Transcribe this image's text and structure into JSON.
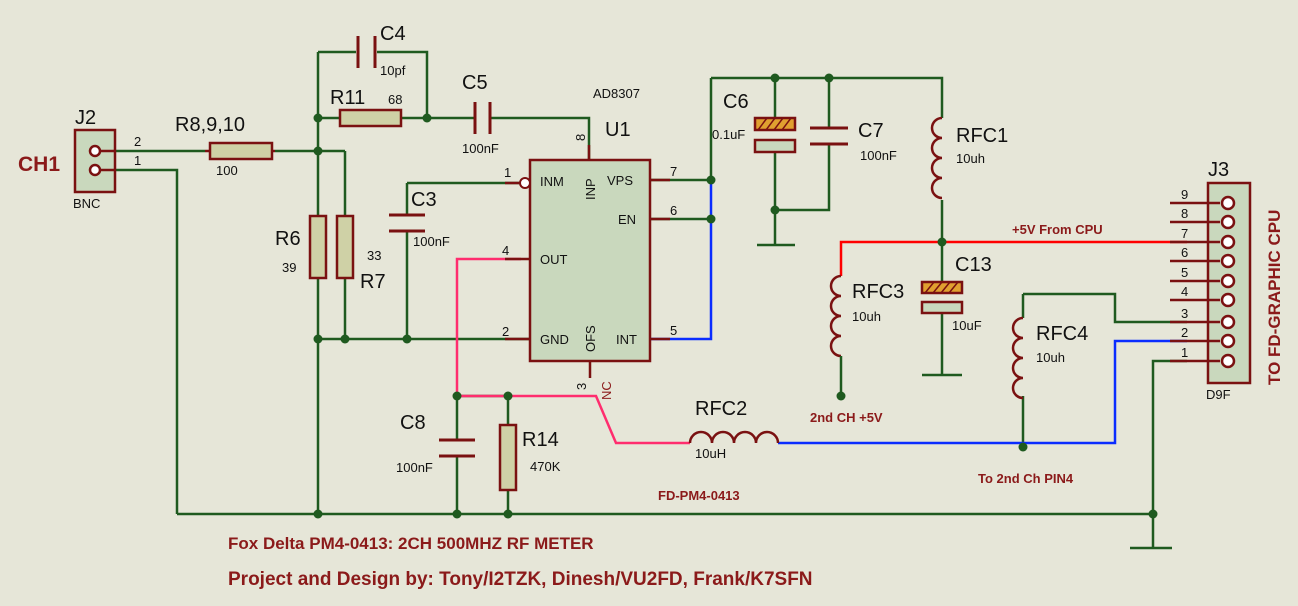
{
  "labels": {
    "ch1": "CH1",
    "j2": "J2",
    "bnc": "BNC",
    "j2_pin2": "2",
    "j2_pin1": "1",
    "r8": "R8,9,10",
    "r8_val": "100",
    "r11": "R11",
    "r11_val": "68",
    "c4": "C4",
    "c4_val": "10pf",
    "c5": "C5",
    "c5_val": "100nF",
    "ad8307": "AD8307",
    "u1": "U1",
    "r6": "R6",
    "r6_val": "39",
    "r7": "R7",
    "r7_val": "33",
    "c3": "C3",
    "c3_val": "100nF",
    "u_inm": "INM",
    "u_inp": "INP",
    "u_vps": "VPS",
    "u_en": "EN",
    "u_out": "OUT",
    "u_gnd": "GND",
    "u_ofs": "OFS",
    "u_int": "INT",
    "u_nc": "NC",
    "pin1": "1",
    "pin2": "2",
    "pin3": "3",
    "pin4": "4",
    "pin5": "5",
    "pin6": "6",
    "pin7": "7",
    "pin8": "8",
    "c6": "C6",
    "c6_val": "0.1uF",
    "c7": "C7",
    "c7_val": "100nF",
    "rfc1": "RFC1",
    "rfc1_val": "10uh",
    "plus5_from_cpu": "+5V From CPU",
    "c13": "C13",
    "c13_val": "10uF",
    "rfc3": "RFC3",
    "rfc3_val": "10uh",
    "rfc4": "RFC4",
    "rfc4_val": "10uh",
    "second_ch_5v": "2nd CH +5V",
    "to_second_ch_pin4": "To 2nd Ch PIN4",
    "c8": "C8",
    "c8_val": "100nF",
    "r14": "R14",
    "r14_val": "470K",
    "rfc2": "RFC2",
    "rfc2_val": "10uH",
    "board_id": "FD-PM4-0413",
    "j3": "J3",
    "d9f": "D9F",
    "to_fd_graphic_cpu": "TO FD-GRAPHIC CPU",
    "j3_pins": [
      "9",
      "8",
      "7",
      "6",
      "5",
      "4",
      "3",
      "2",
      "1"
    ],
    "title": "Fox Delta PM4-0413: 2CH 500MHZ RF METER",
    "credits": "Project and Design by: Tony/I2TZK, Dinesh/VU2FD, Frank/K7SFN"
  },
  "colors": {
    "background": "#e6e6d8",
    "wire_green": "#1f5a1f",
    "wire_red": "#ff0000",
    "wire_pink": "#ff2d6e",
    "wire_blue": "#0a2cff",
    "component": "#7a1111",
    "label_red": "#8b1a1a"
  }
}
